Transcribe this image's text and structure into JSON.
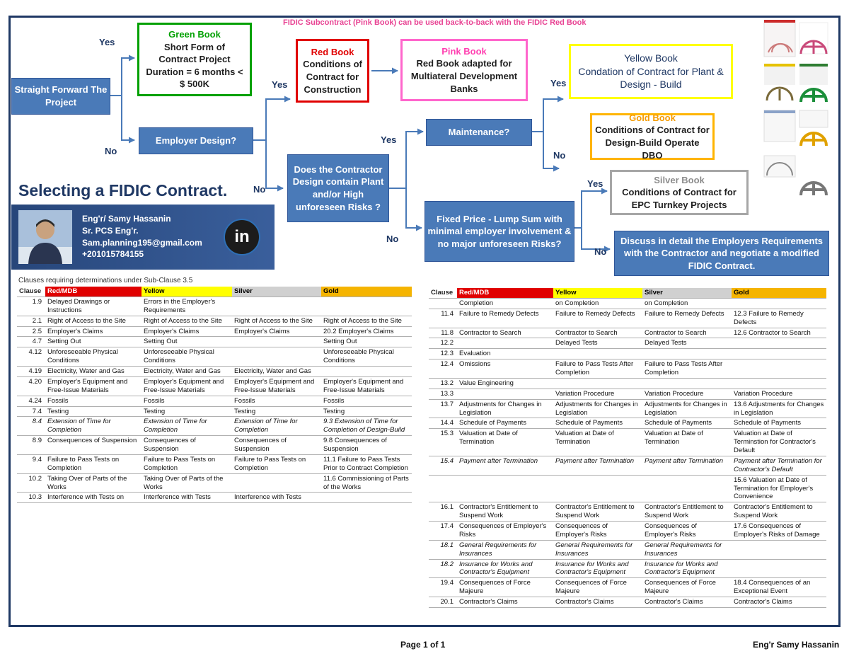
{
  "banner": "FIDIC Subcontract (Pink Book) can be used back-to-back with the FIDIC Red Book",
  "heading": "Selecting a FIDIC Contract.",
  "flow": {
    "start": "Straight Forward The Project",
    "employer_design": "Employer Design?",
    "contractor_design": "Does the Contractor Design contain Plant and/or High unforeseen Risks ?",
    "maintenance": "Maintenance?",
    "fixed_price": "Fixed Price - Lump Sum with minimal employer involvement & no major unforeseen Risks?",
    "discuss": "Discuss in detail the Employers Requirements with the Contractor and negotiate a modified FIDIC Contract.",
    "yes": "Yes",
    "no": "No"
  },
  "books": {
    "green": {
      "title": "Green Book",
      "desc": "Short Form of Contract Project Duration = 6 months < $ 500K",
      "color": "#00a000"
    },
    "red": {
      "title": "Red Book",
      "desc": "Conditions of Contract for Construction",
      "color": "#e00000"
    },
    "pink": {
      "title": "Pink Book",
      "desc": "Red Book adapted for Multiateral Development Banks",
      "color": "#ff66cc"
    },
    "yellow": {
      "title": "Yellow Book",
      "desc": "Condation of Contract for Plant & Design - Build",
      "color": "#ffff00"
    },
    "gold": {
      "title": "Gold Book",
      "desc": "Conditions of Contract for Design-Build Operate DBO",
      "color": "#ffb400"
    },
    "silver": {
      "title": "Silver Book",
      "desc": "Conditions of Contract for EPC Turnkey Projects",
      "color": "#a6a6a6"
    }
  },
  "profile": {
    "name": "Eng'r/ Samy Hassanin",
    "role": "Sr. PCS Eng'r.",
    "email": "Sam.planning195@gmail.com",
    "phone": "+201015784155",
    "badge": "in"
  },
  "caption": "Clauses requiring determinations under Sub-Clause 3.5",
  "table_headers": {
    "clause": "Clause",
    "red": "Red/MDB",
    "yellow": "Yellow",
    "silver": "Silver",
    "gold": "Gold"
  },
  "left_rows": [
    {
      "c": "1.9",
      "r": "Delayed Drawings or Instructions",
      "y": "Errors in the Employer's Requirements",
      "s": "",
      "g": ""
    },
    {
      "c": "2.1",
      "r": "Right of Access to the Site",
      "y": "Right of Access to the Site",
      "s": "Right of Access to the Site",
      "g": "Right of Access to the Site"
    },
    {
      "c": "2.5",
      "r": "Employer's Claims",
      "y": "Employer's Claims",
      "s": "Employer's Claims",
      "g": "20.2 Employer's Claims"
    },
    {
      "c": "4.7",
      "r": "Setting Out",
      "y": "Setting Out",
      "s": "",
      "g": "Setting Out"
    },
    {
      "c": "4.12",
      "r": "Unforeseeable Physical Conditions",
      "y": "Unforeseeable Physical Conditions",
      "s": "",
      "g": "Unforeseeable Physical Conditions"
    },
    {
      "c": "4.19",
      "r": "Electricity, Water and Gas",
      "y": "Electricity, Water and Gas",
      "s": "Electricity, Water and Gas",
      "g": ""
    },
    {
      "c": "4.20",
      "r": "Employer's Equipment and Free-Issue Materials",
      "y": "Employer's Equipment and Free-Issue Materials",
      "s": "Employer's Equipment and Free-Issue Materials",
      "g": "Employer's Equipment and Free-Issue Materials"
    },
    {
      "c": "4.24",
      "r": "Fossils",
      "y": "Fossils",
      "s": "Fossils",
      "g": "Fossils"
    },
    {
      "c": "7.4",
      "r": "Testing",
      "y": "Testing",
      "s": "Testing",
      "g": "Testing"
    },
    {
      "c": "8.4",
      "r": "Extension of Time for Completion",
      "y": "Extension of Time for Completion",
      "s": "Extension of Time for Completion",
      "g": "9.3 Extension of Time for Completion of Design-Build",
      "i": true
    },
    {
      "c": "8.9",
      "r": "Consequences of Suspension",
      "y": "Consequences of Suspension",
      "s": "Consequences of Suspension",
      "g": "9.8 Consequences of Suspension"
    },
    {
      "c": "9.4",
      "r": "Failure to Pass Tests on Completion",
      "y": "Failure to Pass Tests on Completion",
      "s": "Failure to Pass Tests on Completion",
      "g": "11.1 Failure to Pass Tests Prior to Contract Completion"
    },
    {
      "c": "10.2",
      "r": "Taking Over of Parts of the Works",
      "y": "Taking Over of Parts of the Works",
      "s": "",
      "g": "11.6 Commissioning of Parts of the Works"
    },
    {
      "c": "10.3",
      "r": "Interference with Tests on",
      "y": "Interference with Tests",
      "s": "Interference with Tests",
      "g": ""
    }
  ],
  "right_rows": [
    {
      "c": "",
      "r": "Completion",
      "y": "on Completion",
      "s": "on Completion",
      "g": ""
    },
    {
      "c": "11.4",
      "r": "Failure to Remedy Defects",
      "y": "Failure to Remedy Defects",
      "s": "Failure to Remedy Defects",
      "g": "12.3 Failure to Remedy Defects"
    },
    {
      "c": "11.8",
      "r": "Contractor to Search",
      "y": "Contractor to Search",
      "s": "Contractor to Search",
      "g": "12.6 Contractor to Search"
    },
    {
      "c": "12.2",
      "r": "",
      "y": "Delayed Tests",
      "s": "Delayed Tests",
      "g": ""
    },
    {
      "c": "12.3",
      "r": "Evaluation",
      "y": "",
      "s": "",
      "g": ""
    },
    {
      "c": "12.4",
      "r": "Omissions",
      "y": "Failure to Pass Tests After Completion",
      "s": "Failure to Pass Tests After Completion",
      "g": ""
    },
    {
      "c": "13.2",
      "r": "Value Engineering",
      "y": "",
      "s": "",
      "g": ""
    },
    {
      "c": "13.3",
      "r": "",
      "y": "Variation Procedure",
      "s": "Variation Procedure",
      "g": "Variation Procedure"
    },
    {
      "c": "13.7",
      "r": "Adjustments for Changes in Legislation",
      "y": "Adjustments for Changes in Legislation",
      "s": "Adjustments for Changes in Legislation",
      "g": "13.6 Adjustments for Changes in Legislation"
    },
    {
      "c": "14.4",
      "r": "Schedule of Payments",
      "y": "Schedule of Payments",
      "s": "Schedule of Payments",
      "g": "Schedule of Payments"
    },
    {
      "c": "15.3",
      "r": "Valuation at Date of Termination",
      "y": "Valuation at Date of Termination",
      "s": "Valuation at Date of Termination",
      "g": "Valuation at Date of Terminstion for Contractor's Default"
    },
    {
      "c": "15.4",
      "r": "Payment after Termination",
      "y": "Payment after Termination",
      "s": "Payment after Termination",
      "g": "Payment after Termination for Contractor's Default",
      "i": true
    },
    {
      "c": "",
      "r": "",
      "y": "",
      "s": "",
      "g": "15.6 Valuation at Date of Termination for Employer's Convenience"
    },
    {
      "c": "16.1",
      "r": "Contractor's Entitlement to Suspend Work",
      "y": "Contractor's Entitlement to Suspend Work",
      "s": "Contractor's Entitlement to Suspend Work",
      "g": "Contractor's Entitlement to Suspend Work"
    },
    {
      "c": "17.4",
      "r": "Consequences of Employer's Risks",
      "y": "Consequences of Employer's Risks",
      "s": "Consequences of Employer's Risks",
      "g": "17.6 Consequences of Employer's Risks of Damage"
    },
    {
      "c": "18.1",
      "r": "General Requirements for Insurances",
      "y": "General Requirements for Insurances",
      "s": "General Requirements for Insurances",
      "g": "",
      "i": true
    },
    {
      "c": "18.2",
      "r": "Insurance for Works and Contractor's Equipment",
      "y": "Insurance for Works and Contractor's Equipment",
      "s": "Insurance for Works and Contractor's Equipment",
      "g": "",
      "i": true
    },
    {
      "c": "19.4",
      "r": "Consequences of Force Majeure",
      "y": "Consequences of Force Majeure",
      "s": "Consequences of Force Majeure",
      "g": "18.4 Consequences of an Exceptional Event"
    },
    {
      "c": "20.1",
      "r": "Contractor's Claims",
      "y": "Contractor's Claims",
      "s": "Contractor's Claims",
      "g": "Contractor's Claims"
    }
  ],
  "footer": {
    "page": "Page 1 of 1",
    "author": "Eng'r Samy Hassanin"
  }
}
